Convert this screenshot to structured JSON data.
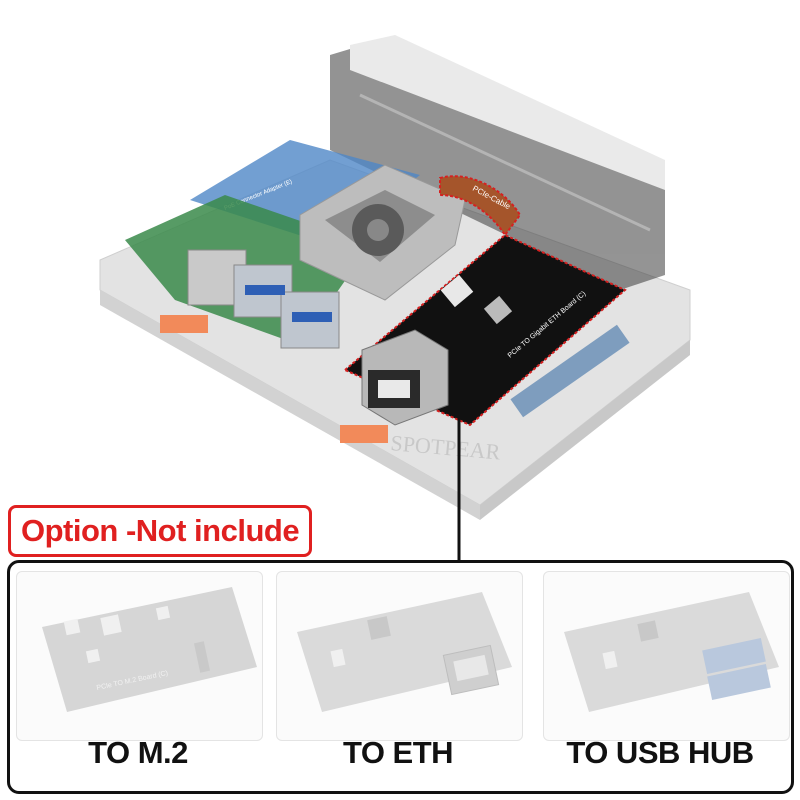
{
  "main_image": {
    "silkscreen": {
      "pcie_cable": "PCIe-Cable",
      "board_name": "PCIe TO Gigabit ETH Board (C)",
      "adapter_name": "PoE Connector Adapter (E)",
      "watermark": "SPOTPEAR"
    }
  },
  "option_label": "Option -Not include",
  "options": [
    {
      "caption": "TO M.2",
      "board_text": "PCIe TO M.2 Board (C)"
    },
    {
      "caption": "TO ETH",
      "board_text": ""
    },
    {
      "caption": "TO USB HUB",
      "board_text": ""
    }
  ],
  "colors": {
    "accent_red": "#e02020",
    "frame_black": "#111111"
  }
}
